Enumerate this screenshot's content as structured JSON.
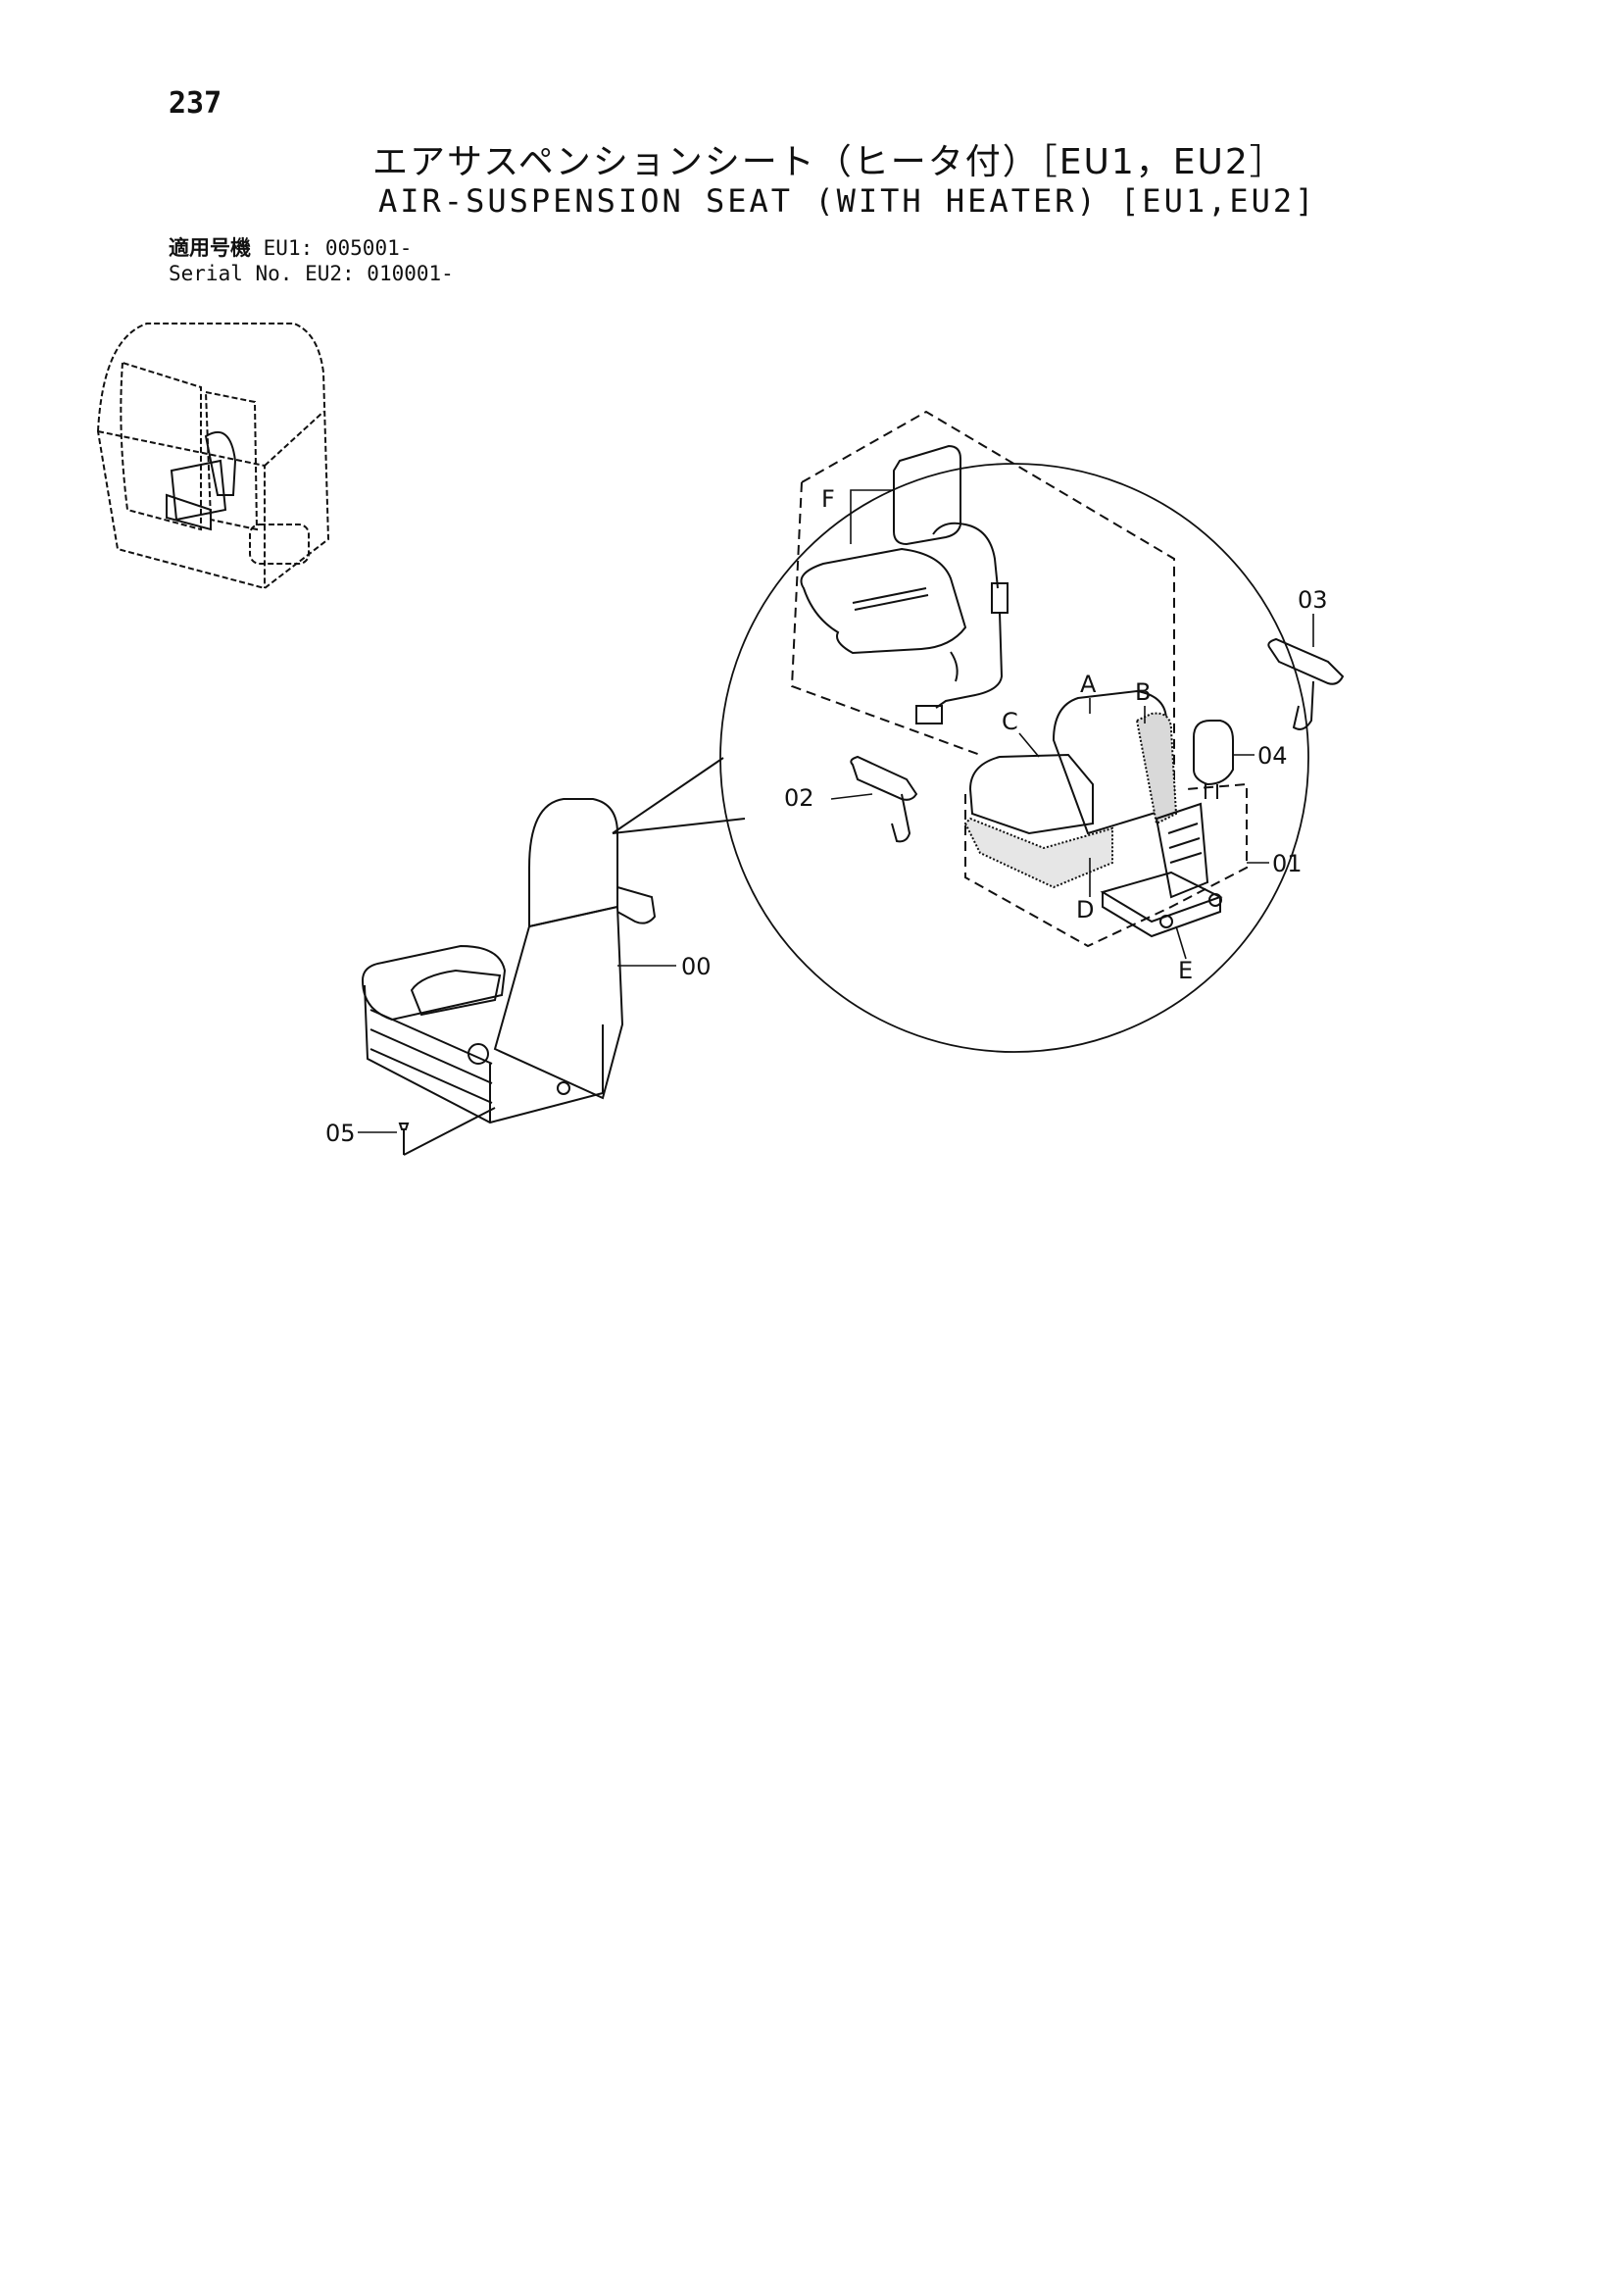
{
  "page_number": "237",
  "title_jp": "エアサスペンションシート（ヒータ付）［EU1，EU2］",
  "title_en": "AIR-SUSPENSION SEAT (WITH HEATER) [EU1,EU2]",
  "serial": {
    "label_jp": "適用号機",
    "label_en": "Serial No.",
    "eu1": "EU1: 005001-",
    "eu2": "EU2: 010001-"
  },
  "callouts": {
    "p00": "00",
    "p01": "01",
    "p02": "02",
    "p03": "03",
    "p04": "04",
    "p05": "05",
    "A": "A",
    "B": "B",
    "C": "C",
    "D": "D",
    "E": "E",
    "F": "F"
  }
}
